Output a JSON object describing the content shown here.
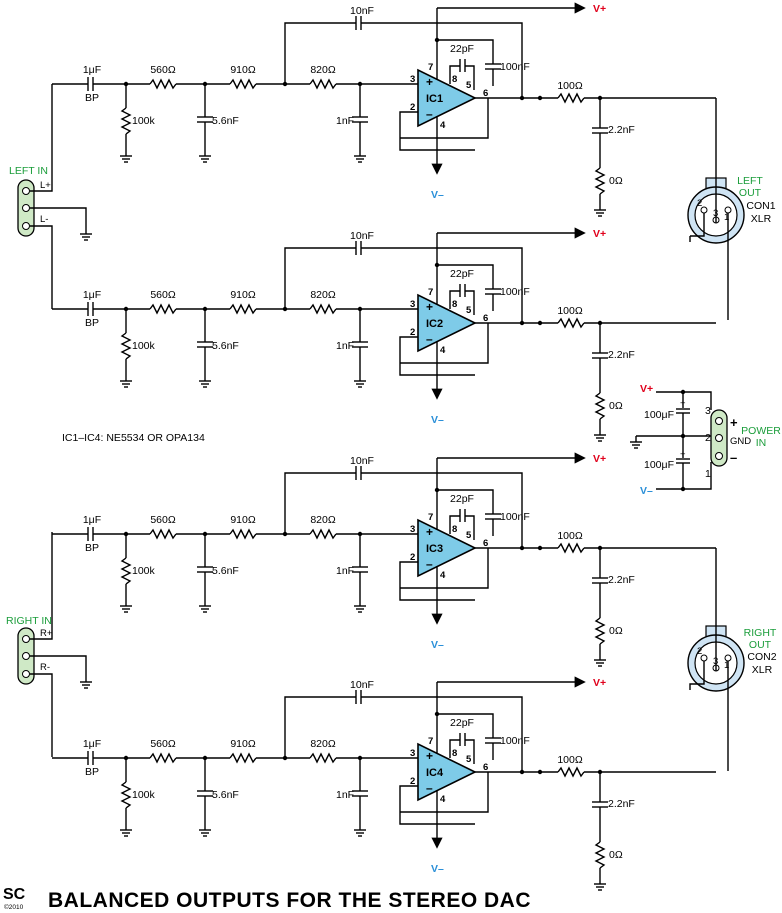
{
  "title": "BALANCED OUTPUTS FOR THE STEREO DAC",
  "logo": {
    "mark": "SC",
    "year": "©2010"
  },
  "ic_note": "IC1–IC4:   NE5534 OR OPA134",
  "stages": [
    {
      "ic": "IC1",
      "c_in": "1μF",
      "c_in_sub": "BP",
      "r1": "560Ω",
      "r_shunt": "100k",
      "r2": "910Ω",
      "c_shunt1": "5.6nF",
      "r3": "820Ω",
      "c_shunt2": "1nF",
      "c_fb": "10nF",
      "c_comp": "22pF",
      "c_sup": "100nF",
      "r_out": "100Ω",
      "c_out": "2.2nF",
      "r_out2": "0Ω",
      "v_pos": "V+",
      "v_neg": "V–",
      "pins": {
        "in_pos": "3",
        "in_neg": "2",
        "out": "6",
        "v_pos": "7",
        "v_neg": "4",
        "comp_a": "8",
        "comp_b": "5"
      }
    },
    {
      "ic": "IC2",
      "c_in": "1μF",
      "c_in_sub": "BP",
      "r1": "560Ω",
      "r_shunt": "100k",
      "r2": "910Ω",
      "c_shunt1": "5.6nF",
      "r3": "820Ω",
      "c_shunt2": "1nF",
      "c_fb": "10nF",
      "c_comp": "22pF",
      "c_sup": "100nF",
      "r_out": "100Ω",
      "c_out": "2.2nF",
      "r_out2": "0Ω",
      "v_pos": "V+",
      "v_neg": "V–",
      "pins": {
        "in_pos": "3",
        "in_neg": "2",
        "out": "6",
        "v_pos": "7",
        "v_neg": "4",
        "comp_a": "8",
        "comp_b": "5"
      }
    },
    {
      "ic": "IC3",
      "c_in": "1μF",
      "c_in_sub": "BP",
      "r1": "560Ω",
      "r_shunt": "100k",
      "r2": "910Ω",
      "c_shunt1": "5.6nF",
      "r3": "820Ω",
      "c_shunt2": "1nF",
      "c_fb": "10nF",
      "c_comp": "22pF",
      "c_sup": "100nF",
      "r_out": "100Ω",
      "c_out": "2.2nF",
      "r_out2": "0Ω",
      "v_pos": "V+",
      "v_neg": "V–",
      "pins": {
        "in_pos": "3",
        "in_neg": "2",
        "out": "6",
        "v_pos": "7",
        "v_neg": "4",
        "comp_a": "8",
        "comp_b": "5"
      }
    },
    {
      "ic": "IC4",
      "c_in": "1μF",
      "c_in_sub": "BP",
      "r1": "560Ω",
      "r_shunt": "100k",
      "r2": "910Ω",
      "c_shunt1": "5.6nF",
      "r3": "820Ω",
      "c_shunt2": "1nF",
      "c_fb": "10nF",
      "c_comp": "22pF",
      "c_sup": "100nF",
      "r_out": "100Ω",
      "c_out": "2.2nF",
      "r_out2": "0Ω",
      "v_pos": "V+",
      "v_neg": "V–",
      "pins": {
        "in_pos": "3",
        "in_neg": "2",
        "out": "6",
        "v_pos": "7",
        "v_neg": "4",
        "comp_a": "8",
        "comp_b": "5"
      }
    }
  ],
  "inputs": [
    {
      "label": "LEFT IN",
      "pos": "L+",
      "neg": "L-"
    },
    {
      "label": "RIGHT IN",
      "pos": "R+",
      "neg": "R-"
    }
  ],
  "outputs": [
    {
      "label_a": "LEFT",
      "label_b": "OUT",
      "con": "CON1",
      "type": "XLR",
      "pins": [
        "2",
        "3",
        "1"
      ]
    },
    {
      "label_a": "RIGHT",
      "label_b": "OUT",
      "con": "CON2",
      "type": "XLR",
      "pins": [
        "2",
        "3",
        "1"
      ]
    }
  ],
  "power": {
    "label_a": "POWER",
    "label_b": "IN",
    "v_pos": "V+",
    "v_neg": "V–",
    "cap_top": "100μF",
    "cap_bot": "100μF",
    "pin_top": "3",
    "pin_mid": "2",
    "pin_bot": "1",
    "plus": "+",
    "gnd": "GND",
    "minus": "–",
    "cap_plus": "+"
  },
  "colors": {
    "wire": "#000000",
    "opamp_fill": "#7ecbe8",
    "v_pos": "#e0001b",
    "v_neg": "#2a8fd8",
    "connector_labels": "#1a9d3a",
    "connector_body": "#cfe9c6",
    "xlr_body": "#cfe4f4"
  }
}
